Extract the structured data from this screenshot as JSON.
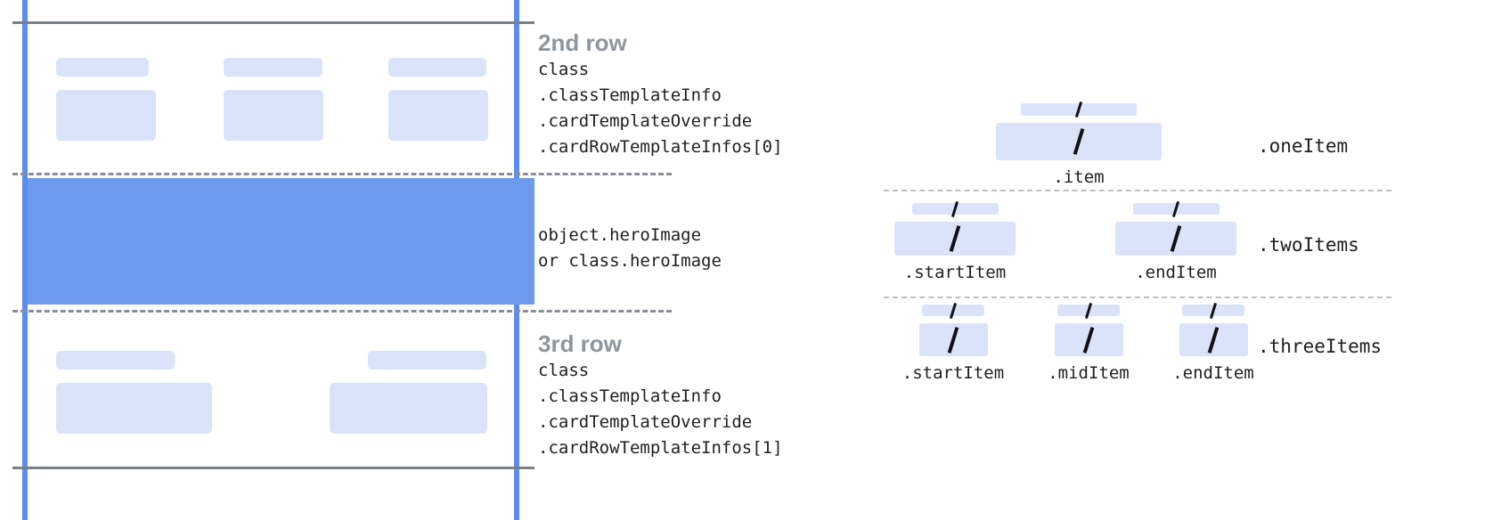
{
  "left_panel": {
    "rows": [
      {
        "id": "second-row",
        "heading": "2nd row",
        "code_lines": [
          "class",
          ".classTemplateInfo",
          ".cardTemplateOverride",
          ".cardRowTemplateInfos[0]"
        ]
      },
      {
        "id": "hero-image",
        "heading": "",
        "code_lines": [
          "object.heroImage",
          "or class.heroImage"
        ]
      },
      {
        "id": "third-row",
        "heading": "3rd row",
        "code_lines": [
          "class",
          ".classTemplateInfo",
          ".cardTemplateOverride",
          ".cardRowTemplateInfos[1]"
        ]
      }
    ],
    "colors": {
      "rail": "#5b8def",
      "hero_fill": "#6b9aef",
      "placeholder": "#dae3fa",
      "border": "#7a7f87",
      "heading_text": "#8e959e"
    }
  },
  "right_panel": {
    "variants": [
      {
        "label": ".oneItem",
        "items": [
          {
            "caption": ".item"
          }
        ]
      },
      {
        "label": ".twoItems",
        "items": [
          {
            "caption": ".startItem"
          },
          {
            "caption": ".endItem"
          }
        ]
      },
      {
        "label": ".threeItems",
        "items": [
          {
            "caption": ".startItem"
          },
          {
            "caption": ".midItem"
          },
          {
            "caption": ".endItem"
          }
        ]
      }
    ]
  }
}
